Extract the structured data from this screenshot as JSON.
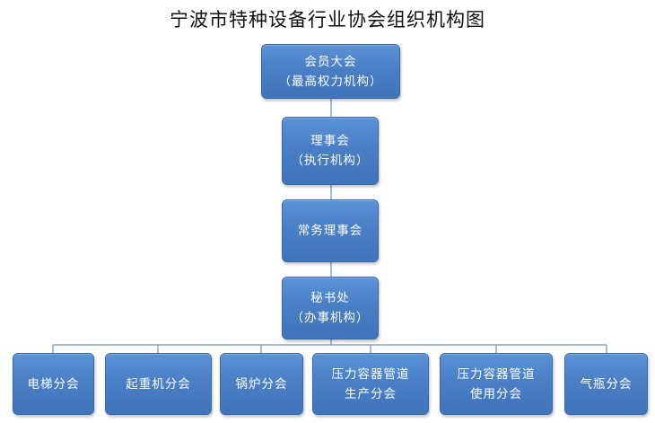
{
  "title": "宁波市特种设备行业协会组织机构图",
  "nodes": {
    "general_assembly": {
      "line1": "会员大会",
      "line2": "（最高权力机构）"
    },
    "council": {
      "line1": "理事会",
      "line2": "（执行机构）"
    },
    "standing_council": {
      "line1": "常务理事会"
    },
    "secretariat": {
      "line1": "秘书处",
      "line2": "（办事机构）"
    },
    "branches": [
      {
        "line1": "电梯分会"
      },
      {
        "line1": "起重机分会"
      },
      {
        "line1": "锅炉分会"
      },
      {
        "line1": "压力容器管道",
        "line2": "生产分会"
      },
      {
        "line1": "压力容器管道",
        "line2": "使用分会"
      },
      {
        "line1": "气瓶分会"
      }
    ]
  }
}
